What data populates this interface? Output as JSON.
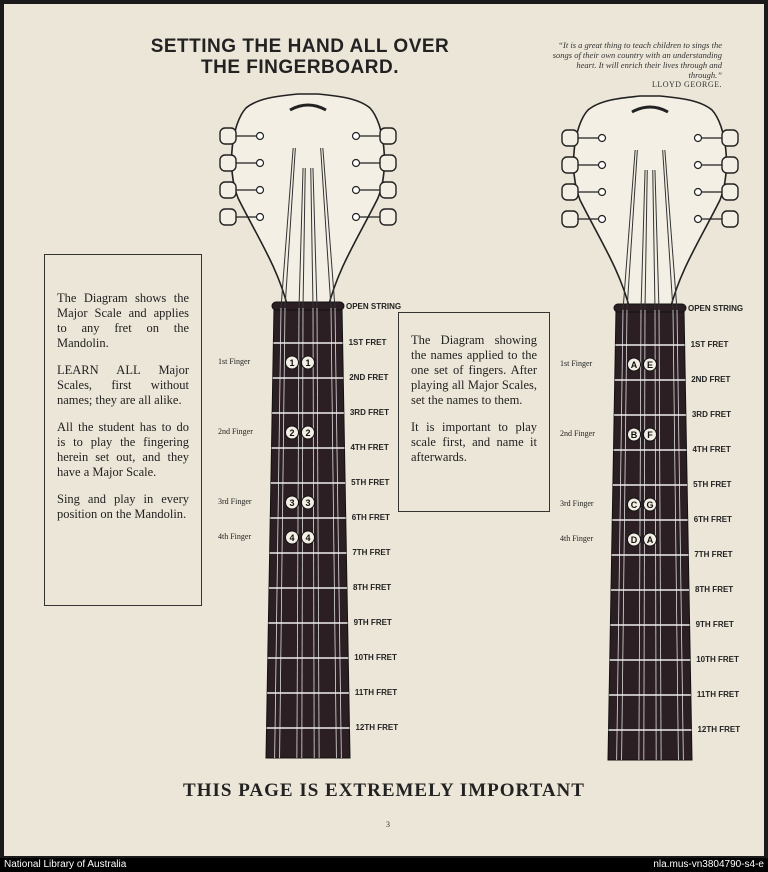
{
  "title": [
    "SETTING THE HAND ALL OVER",
    "THE FINGERBOARD."
  ],
  "quote": {
    "text": "“It is a great thing to teach children to sings the songs of their own country with an understanding heart.  It will enrich their lives through and through.”",
    "author": "LLOYD GEORGE."
  },
  "left_box": [
    "The Diagram shows the Major Scale and applies to any fret on the Mandolin.",
    "LEARN ALL Major Scales, first without names; they are all alike.",
    "All the student has to do is to play the fingering herein set out, and they have a Major Scale.",
    "Sing and play in every position on the Mandolin."
  ],
  "middle_box": [
    "The Diagram showing the names applied to the one set of fingers. After playing all Major Scales, set the names to them.",
    "It is important to play scale first, and name it afterwards."
  ],
  "open_string": "OPEN STRING",
  "frets": [
    "1ST FRET",
    "2ND FRET",
    "3RD FRET",
    "4TH FRET",
    "5TH FRET",
    "6TH FRET",
    "7TH FRET",
    "8TH FRET",
    "9TH FRET",
    "10TH FRET",
    "11TH FRET",
    "12TH FRET"
  ],
  "fingers": [
    "1st Finger",
    "2nd Finger",
    "3rd Finger",
    "4th Finger"
  ],
  "left_markers": [
    [
      "1",
      "1"
    ],
    [
      "2",
      "2"
    ],
    [
      "3",
      "3"
    ],
    [
      "4",
      "4"
    ]
  ],
  "right_markers": [
    [
      "A",
      "E"
    ],
    [
      "B",
      "F"
    ],
    [
      "C",
      "G"
    ],
    [
      "D",
      "A"
    ]
  ],
  "bottom": "THIS PAGE IS EXTREMELY IMPORTANT",
  "page_number": "3",
  "footer": {
    "left": "National Library of Australia",
    "right": "nla.mus-vn3804790-s4-e"
  }
}
